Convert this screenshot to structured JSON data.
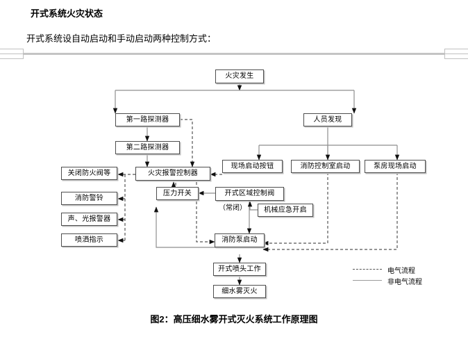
{
  "document": {
    "title": "开式系统火灾状态",
    "intro": "开式系统设自动启动和手动启动两种控制方式：",
    "caption": "图2：高压细水雾开式灭火系统工作原理图"
  },
  "diagram": {
    "title": "高压细水雾开式灭火系统工作原理图",
    "nodes": {
      "fire_occurs": "火灾发生",
      "detector_line1": "第一路探测器",
      "detector_line2": "第二路探测器",
      "people_discover": "人员发现",
      "fire_alarm_controller": "火灾报警控制器",
      "close_fire_damper": "关闭防火阀等",
      "fire_alarm_bell": "消防警铃",
      "sound_light_alarm": "声、光报警器",
      "spray_indicator": "喷洒指示",
      "pressure_switch": "压力开关",
      "open_zone_control_valve": "开式区域控制阀",
      "normally_closed_note": "（常闭）",
      "mechanical_emergency_open": "机械应急开启",
      "onsite_start_button": "现场启动按钮",
      "fire_control_room_start": "消防控制室启动",
      "pump_room_onsite_start": "泵房现场启动",
      "fire_pump_start": "消防泵启动",
      "open_nozzle_work": "开式喷头工作",
      "water_mist_extinguish": "细水雾灭火"
    },
    "legend": [
      {
        "style": "dashed",
        "label": "电气流程"
      },
      {
        "style": "solid",
        "label": "非电气流程"
      }
    ],
    "colors": {
      "box_border": "#4d4d4d",
      "box_shadow": "#bfbfbf",
      "electric_line": "#555555",
      "non_electric_line": "#9a9a9a",
      "page_rule": "#c4c4c4"
    }
  }
}
